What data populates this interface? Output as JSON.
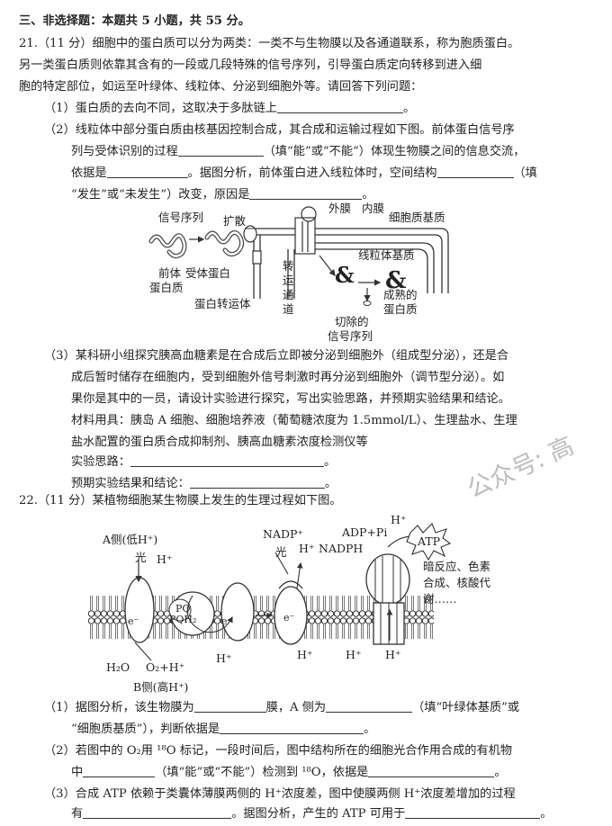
{
  "section_header": "三、非选择题：本题共 5 小题，共 55 分。",
  "q21": {
    "head": "21.（11 分）细胞中的蛋白质可以分为两类：一类不与生物膜以及各通道联系，称为胞质蛋白。",
    "l2": "另一类蛋白质则依靠其含有的一段或几段特殊的信号序列，引导蛋白质定向转移到进入细",
    "l3": "胞的特定部位，如运至叶绿体、线粒体、分泌到细胞外等。请回答下列问题：",
    "p1": "（1）蛋白质的去向不同，这取决于多肽链上",
    "p1_end": "。",
    "p2a": "（2）线粒体中部分蛋白质由核基因控制合成，其合成和运输过程如下图。前体蛋白信号序",
    "p2b_1": "列与受体识别的过程",
    "p2b_2": "（填“能”或“不能”）体现生物膜之间的信息交流，",
    "p2c_1": "依据是",
    "p2c_2": "。据图分析，前体蛋白进入线粒体时，空间结构",
    "p2c_3": "（填",
    "p2d_1": "“发生”或“未发生”）改变，原因是",
    "p2d_2": "。",
    "fig": {
      "signal_seq": "信号序列",
      "diffuse": "扩散",
      "outer": "外膜",
      "inner": "内膜",
      "cyto_matrix": "细胞质基质",
      "precursor_1": "前体",
      "precursor_2": "蛋白质",
      "receptor": "受体蛋白",
      "trans_1": "转",
      "trans_2": "运",
      "trans_3": "通",
      "trans_4": "道",
      "mito_matrix": "线粒体基质",
      "mature_1": "成熟的",
      "mature_2": "蛋白质",
      "transporter": "蛋白转运体",
      "cut_1": "切除的",
      "cut_2": "信号序列"
    },
    "p3a": "（3）某科研小组探究胰高血糖素是在合成后立即被分泌到细胞外（组成型分泌），还是合",
    "p3b": "成后暂时储存在细胞内，受到细胞外信号刺激时再分泌到细胞外（调节型分泌）。如",
    "p3c": "果你是其中的一员，请设计实验进行探究，写出实验思路，并预期实验结果和结论。",
    "p3d": "材料用具：胰岛 A 细胞、细胞培养液（葡萄糖浓度为 1.5mmol/L）、生理盐水、生理",
    "p3e": "盐水配置的蛋白质合成抑制剂、胰高血糖素浓度检测仪等",
    "p3f": "实验思路：",
    "p3g": "预期实验结果和结论：",
    "end": "。"
  },
  "watermark": "公众号: 高",
  "q22": {
    "head": "22.（11 分）某植物细胞某生物膜上发生的生理过程如下图。",
    "fig": {
      "a_side": "A侧(低H⁺)",
      "light1": "光",
      "h1": "H⁺",
      "pq": "PQ",
      "pqh2": "PQH₂",
      "e": "e⁻",
      "nadp": "NADP⁺",
      "light2": "光",
      "h2": "H⁺",
      "nadph": "NADPH",
      "adp": "ADP+Pi",
      "atp": "ATP",
      "hplus": "H⁺",
      "dark1": "暗反应、色素",
      "dark2": "合成、核酸代",
      "dark3": "谢……",
      "h2o": "H₂O",
      "o2": "O₂+H⁺",
      "b_side": "B侧(高H⁺)"
    },
    "p1a_1": "（1）据图分析，该生物膜为",
    "p1a_2": "膜，A 侧为",
    "p1a_3": "（填“叶绿体基质”或",
    "p1b_1": "“细胞质基质”），判断依据是",
    "p1b_2": "。",
    "p2a_1": "（2）若图中的 O₂用 ¹⁸O 标记，一段时间后，图中结构所在的细胞光合作用合成的有机物",
    "p2b_1": "中",
    "p2b_2": "（填“能”或“不能”）检测到 ¹⁸O，依据是",
    "p2b_3": "。",
    "p3a": "（3）合成 ATP 依赖于类囊体薄膜两侧的 H⁺浓度差，图中使膜两侧 H⁺浓度差增加的过程",
    "p3b_1": "有",
    "p3b_2": "。据图分析，产生的 ATP 可用于",
    "p3b_3": "。"
  }
}
